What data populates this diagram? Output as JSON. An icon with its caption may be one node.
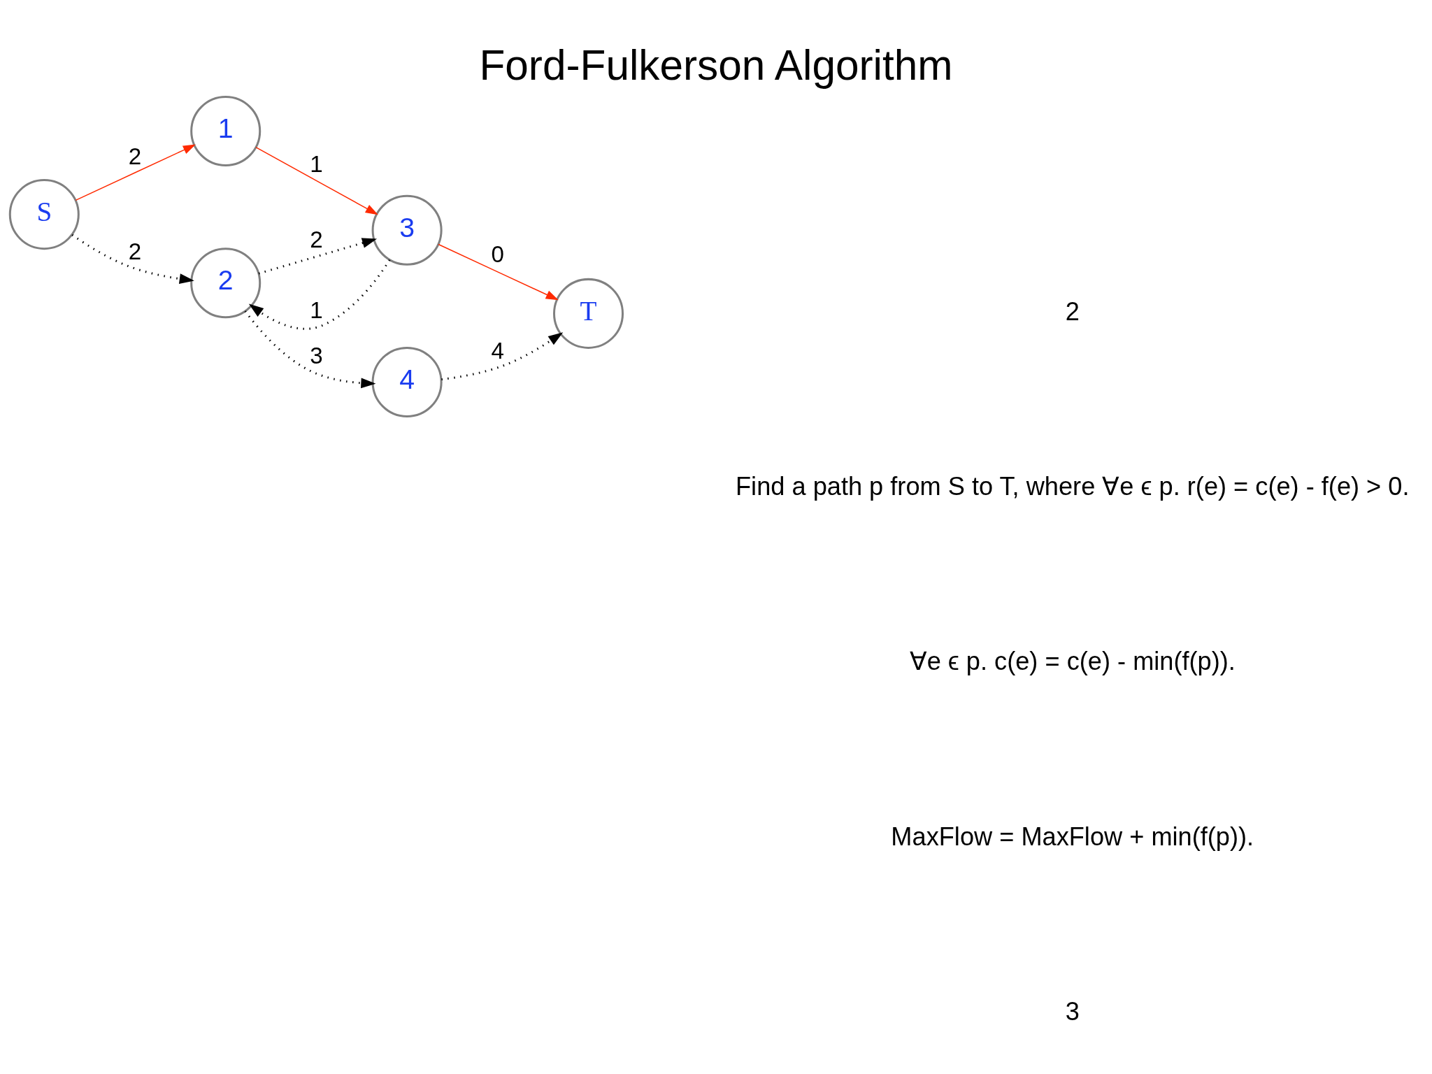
{
  "diagram": {
    "title": "Ford-Fulkerson Algorithm",
    "nodes": [
      {
        "text": [
          "S"
        ]
      },
      {
        "text": [
          "1"
        ]
      },
      {
        "text": [
          "3"
        ]
      },
      {
        "text": [
          "T"
        ]
      },
      {
        "text": [
          "2"
        ]
      },
      {
        "text": [
          "4"
        ]
      }
    ],
    "edges": [
      {
        "from": 0,
        "to": 1,
        "arrow": "to",
        "label": "2",
        "color": "#ff2a00"
      },
      {
        "from": 1,
        "to": 2,
        "arrow": "to",
        "label": "1",
        "color": "#ff2a00"
      },
      {
        "from": 2,
        "to": 3,
        "arrow": "to",
        "label": "0",
        "color": "#ff2a00"
      },
      {
        "from": 0,
        "to": 4,
        "arrow": "to",
        "label": "2",
        "style": "dashed"
      },
      {
        "from": 2,
        "to": 4,
        "arrow": "to",
        "label": "1",
        "style": "dashed"
      },
      {
        "from": 4,
        "to": 2,
        "arrow": "to",
        "label": "2",
        "style": "dashed"
      },
      {
        "from": 4,
        "to": 5,
        "arrow": "to",
        "label": "3",
        "style": "dashed"
      },
      {
        "from": 5,
        "to": 3,
        "arrow": "to",
        "label": "4",
        "style": "dashed"
      }
    ],
    "labels": [
      "2",
      "Find a path p from S to T, where ∀e ϵ p. r(e) = c(e) - f(e) > 0.",
      "∀e ϵ p. c(e) = c(e) - min(f(p)).",
      "MaxFlow = MaxFlow + min(f(p)).",
      "3"
    ]
  }
}
